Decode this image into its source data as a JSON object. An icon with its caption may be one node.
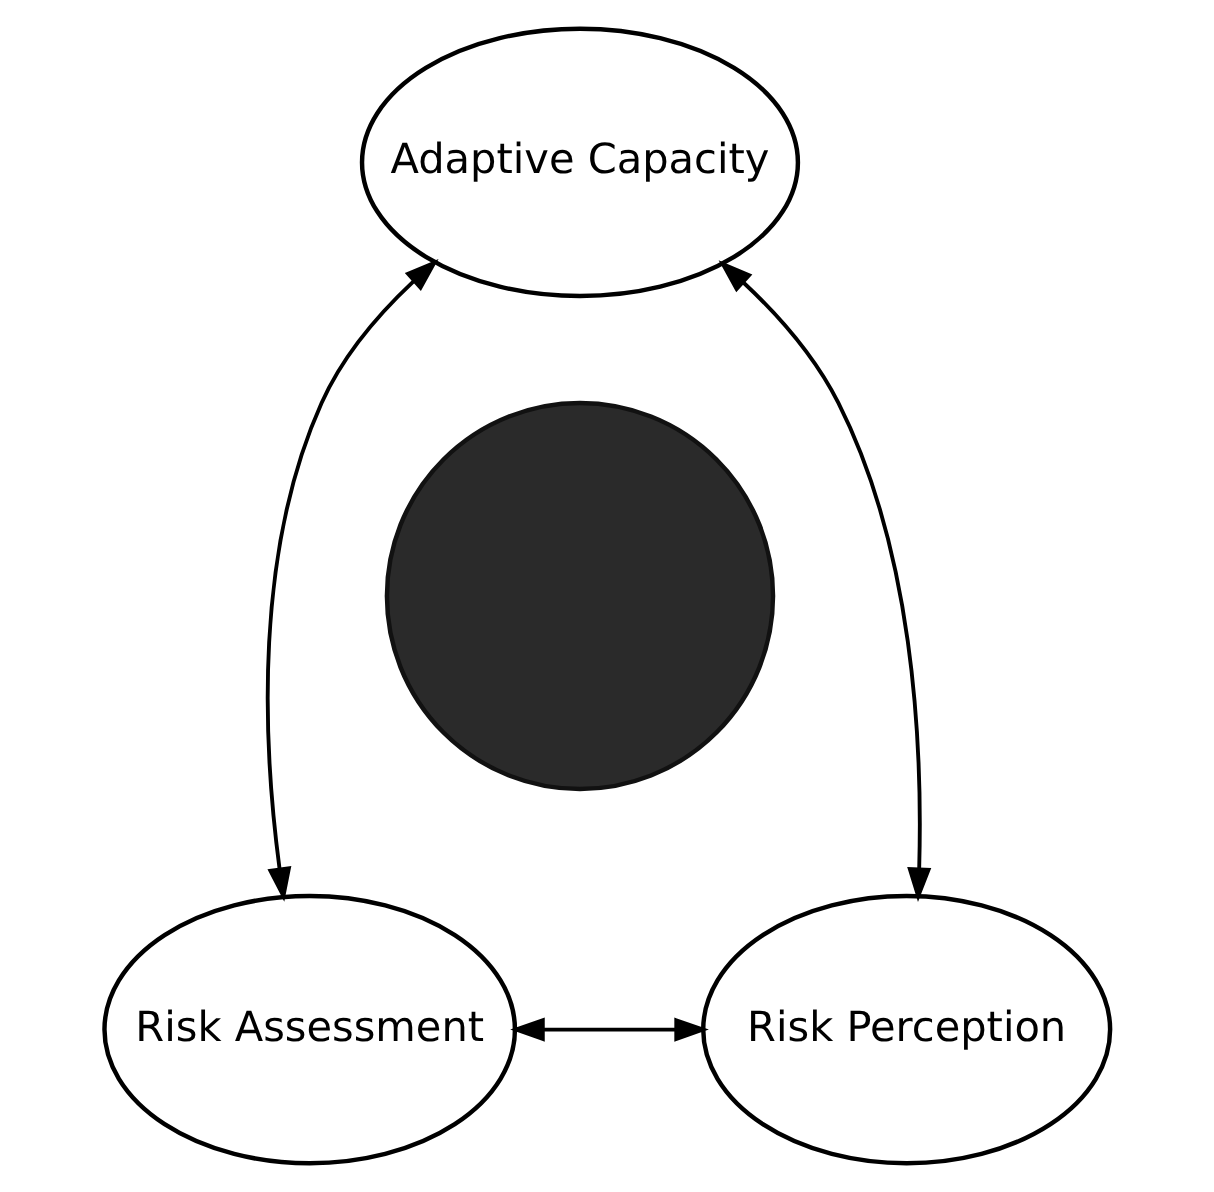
{
  "diagram": {
    "nodes": [
      {
        "text": [
          "Adaptive Capacity"
        ]
      },
      {
        "text": [
          "Risk Assessment"
        ]
      },
      {
        "text": [],
        "shape": "circle"
      },
      {
        "text": [
          "Risk Perception"
        ]
      }
    ],
    "edges": [
      {
        "from": 0,
        "to": 1,
        "arrow": "both"
      },
      {
        "from": 0,
        "to": 3,
        "arrow": "both"
      },
      {
        "from": 1,
        "to": 3,
        "arrow": "both"
      }
    ]
  }
}
